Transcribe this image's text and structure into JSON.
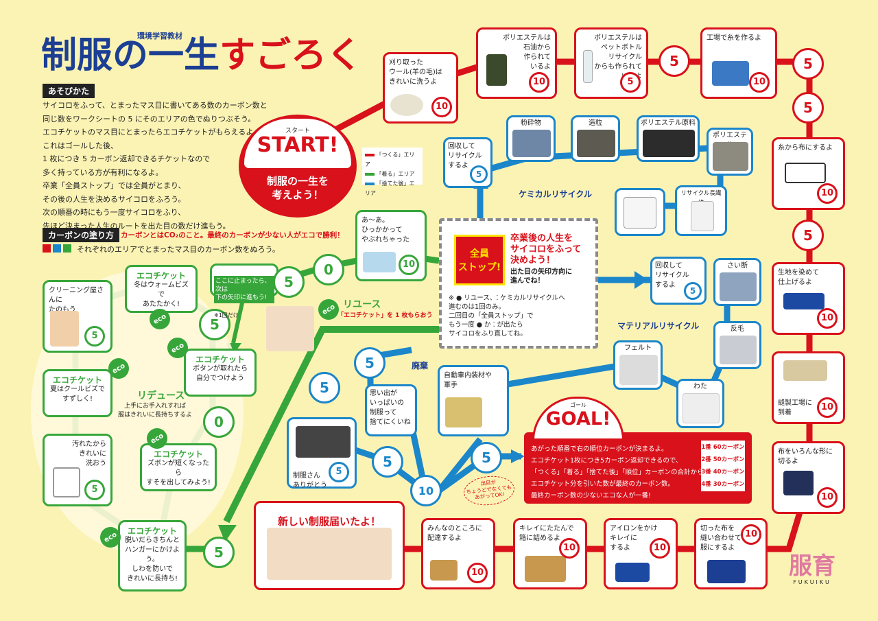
{
  "title": {
    "main": "制服の一生",
    "main2": "すごろく",
    "tag": "環境学習教材"
  },
  "rules": {
    "heading": "あそびかた",
    "lines": [
      "サイコロをふって、とまったマス目に書いてある数のカーボン数と",
      "同じ数をワークシートの 5 にそのエリアの色でぬりつぶそう。",
      "エコチケットのマス目にとまったらエコチケットがもらえるよ。",
      "これはゴールした後、",
      "1 枚につき 5 カーボン返却できるチケットなので",
      "多く持っている方が有利になるよ。",
      "卒業「全員ストップ」では全員がとまり、",
      "その後の人生を決めるサイコロをふろう。",
      "次の順番の時にもう一度サイコロをふり、",
      "先ほど決まった人生のルートを出た目の数だけ進もう。"
    ]
  },
  "carbon": {
    "heading": "カーボンの塗り方",
    "note": "カーボンとはCO₂のこと。最終のカーボンが少ない人がエコで勝利！",
    "line": "それぞれのエリアでとまったマス目のカーボン数をぬろう。"
  },
  "start": {
    "small": "スタート",
    "big": "START!",
    "sub1": "制服の一生を",
    "sub2": "考えよう！"
  },
  "legend": [
    {
      "label": "「つくる」エリア",
      "color": "#d8111b"
    },
    {
      "label": "「着る」エリア",
      "color": "#37a63a"
    },
    {
      "label": "「捨てた後」エリア",
      "color": "#1b86c9"
    }
  ],
  "red_squares": [
    {
      "text": "刈り取った\nウール(羊の毛)は\nきれいに洗うよ",
      "num": "10"
    },
    {
      "text": "ポリエステルは\n石油から\n作られて\nいるよ",
      "num": "10"
    },
    {
      "text": "ポリエステルは\nペットボトル\nリサイクル\nからも作られて\nいるよ",
      "num": "5"
    },
    {
      "text": "工場で糸を作るよ",
      "num": "10"
    },
    {
      "text": "糸から布にするよ",
      "num": "10"
    },
    {
      "text": "生地を染めて\n仕上げるよ",
      "num": "10"
    },
    {
      "text": "縫製工場に\n到着",
      "num": "10"
    },
    {
      "text": "布をいろんな形に\n切るよ",
      "num": "10"
    },
    {
      "text": "切った布を\n縫い合わせて\n服にするよ",
      "num": "10"
    },
    {
      "text": "アイロンをかけ\nキレイに\nするよ",
      "num": "10"
    },
    {
      "text": "キレイにたたんで\n箱に詰めるよ",
      "num": "10"
    },
    {
      "text": "みんなのところに\n配達するよ",
      "num": "10"
    }
  ],
  "red_circles": [
    "5",
    "5",
    "5",
    "5"
  ],
  "new_uniform": "新しい制服届いたよ！",
  "green": {
    "tickets": [
      {
        "head": "エコチケット",
        "text": "冬はウォームビズで\nあたたかく!"
      },
      {
        "head": "エコチケット",
        "text": "ボタンが取れたら\n自分でつけよう"
      },
      {
        "head": "エコチケット",
        "text": "ズボンが短くなったら\nすそを出してみよう!"
      },
      {
        "head": "エコチケット",
        "text": "夏はクールビズで\nすずしく!"
      },
      {
        "head": "エコチケット",
        "text": "脱いだらきちんと\nハンガーにかけよう。\nしわを防いで\nきれいに長持ち!"
      }
    ],
    "cleaning": {
      "text": "クリーニング屋さんに\nたのもう",
      "num": "5"
    },
    "wash": {
      "text": "汚れたから\nきれいに\n洗おう",
      "num": "5"
    },
    "torn": {
      "text": "あ〜あ。\nひっかかって\nやぶれちゃった",
      "num": "10"
    },
    "arrow_note": "ここに止まったら、次は\n下の矢印に進もう!",
    "once": "※1回だけ",
    "circles": [
      "5",
      "0",
      "5",
      "0",
      "5"
    ],
    "reduce": "リデュース",
    "reduce_sub": "上手にお手入れすれば\n服はきれいに長持ちするよ",
    "reuse": "リユース",
    "reuse_sub": "「エコチケット」を 1 枚もらおう"
  },
  "stop": {
    "badge": "全員\nストップ!",
    "head": "卒業後の人生を\nサイコロをふって\n決めよう！",
    "sub": "出た目の矢印方向に\n進んでね！",
    "note": "※ ● リユース、⁚ ケミカルリサイクルへ\n進むのは1回のみ。\n二回目の「全員ストップ」で\nもう一度 ● か ⁚ が出たら\nサイコロをふり直してね。"
  },
  "chem": {
    "title": "ケミカルリサイクル",
    "collect": "回収して\nリサイクル\nするよ",
    "num": "5",
    "items": [
      "粉砕物",
      "造粒",
      "ポリエステル原料",
      "ポリエステル",
      "リサイクル長繊維"
    ]
  },
  "mat": {
    "title": "マテリアルリサイクル",
    "collect": "回収して\nリサイクル\nするよ",
    "num": "5",
    "items": [
      "さい断",
      "反毛",
      "わた",
      "フェルト"
    ]
  },
  "blue": {
    "dispose": "廃棄",
    "memory": "思い出が\nいっぱいの\n制服って\n捨てにくいね",
    "thanks": "制服さん\nありがとう",
    "thanks_num": "5",
    "car": "自動車内装材や\n軍手",
    "circles": [
      "5",
      "5",
      "5",
      "10"
    ],
    "note": "出目が\nちょうどでなくても\nあがってOK!"
  },
  "goal": {
    "small": "ゴール",
    "big": "GOAL!",
    "lines": [
      "あがった順番で右の順位カーボンが決まるよ。",
      "エコチケット1枚につき5カーボン返却できるので、",
      "「つくる」「着る」「捨てた後」「順位」カーボンの合計から",
      "エコチケット分を引いた数が最終のカーボン数。",
      "最終カーボン数の少ないエコな人が一番!"
    ],
    "ranks": [
      "1番 60カーボン",
      "2番 50カーボン",
      "3番 40カーボン",
      "4番 30カーボン"
    ]
  },
  "logo": {
    "kanji": "服育",
    "roman": "FUKUIKU"
  }
}
